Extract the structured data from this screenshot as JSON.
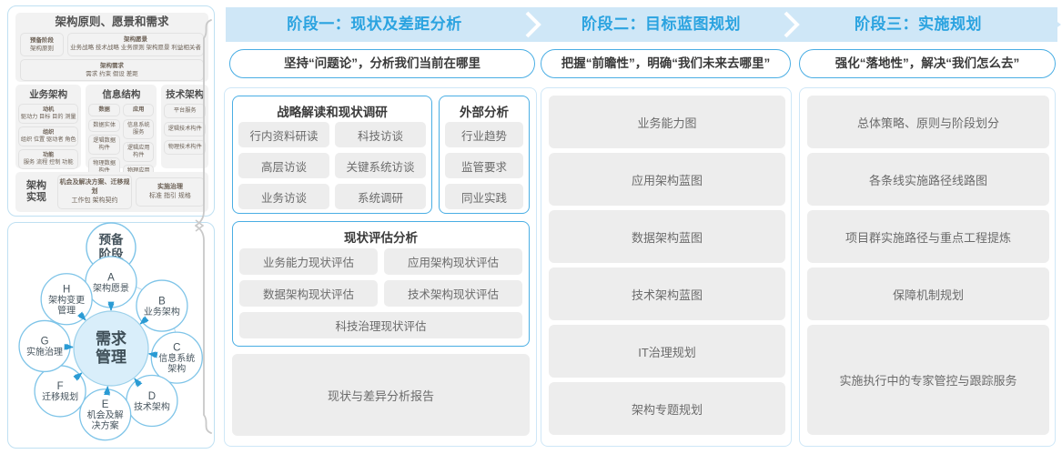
{
  "left_panel": {
    "section1": {
      "title": "架构原则、愿景和需求",
      "prep": {
        "title": "预备阶段",
        "sub": "架构原则"
      },
      "vision": {
        "title": "架构愿景",
        "sub": "业务战略 技术战略 业务原则 架构愿景 利益相关者"
      },
      "requirement": {
        "title": "架构需求",
        "sub": "需求  约束  假设  差距"
      }
    },
    "columns": [
      {
        "title": "业务架构",
        "cells": [
          {
            "title": "动机",
            "sub": "驱动力 目标 目的 测量"
          },
          {
            "title": "组织",
            "sub": "组织 位置 驱动者 角色"
          },
          {
            "title": "功能",
            "sub": "服务 流程 控制 功能"
          }
        ]
      },
      {
        "title": "信息结构",
        "left_cells": [
          {
            "title": "数据",
            "sub": ""
          },
          {
            "title": "",
            "sub": "数据实体"
          },
          {
            "title": "",
            "sub": "逻辑数据构件"
          },
          {
            "title": "",
            "sub": "物理数据构件"
          }
        ],
        "right_cells": [
          {
            "title": "应用",
            "sub": ""
          },
          {
            "title": "",
            "sub": "信息系统服务"
          },
          {
            "title": "",
            "sub": "逻辑应用构件"
          },
          {
            "title": "",
            "sub": "物理应用构件"
          }
        ]
      },
      {
        "title": "技术架构",
        "cells": [
          {
            "title": "",
            "sub": "平台服务"
          },
          {
            "title": "",
            "sub": "逻辑技术构件"
          },
          {
            "title": "",
            "sub": "物理技术构件"
          }
        ]
      }
    ],
    "bottom": {
      "label": "架构\n实现",
      "label_line1": "架构",
      "label_line2": "实现",
      "opportunity": {
        "title": "机会及解决方案、迁移规划",
        "sub": "工作包  架构契约"
      },
      "governance": {
        "title": "实施治理",
        "sub": "标准 指引 规格"
      }
    }
  },
  "circle_diagram": {
    "center": {
      "line1": "需求",
      "line2": "管理"
    },
    "top": {
      "line1": "预备",
      "line2": "阶段"
    },
    "nodes": [
      {
        "key": "A",
        "label": "架构愿景"
      },
      {
        "key": "B",
        "label": "业务架构"
      },
      {
        "key": "C",
        "label": "信息系统架构"
      },
      {
        "key": "D",
        "label": "技术架构"
      },
      {
        "key": "E",
        "label": "机会及解决方案"
      },
      {
        "key": "F",
        "label": "迁移规划"
      },
      {
        "key": "G",
        "label": "实施治理"
      },
      {
        "key": "H",
        "label": "架构变更管理"
      }
    ]
  },
  "phases": [
    {
      "id": "phase-1",
      "band_title": "阶段一：现状及差距分析",
      "subtitle": "坚持“问题论”，分析我们当前在哪里",
      "groups": [
        {
          "title": "战略解读和现状调研",
          "grid": [
            [
              "行内资料研读",
              "科技访谈"
            ],
            [
              "高层访谈",
              "关键系统访谈"
            ],
            [
              "业务访谈",
              "系统调研"
            ]
          ]
        },
        {
          "title": "外部分析",
          "grid": [
            [
              "行业趋势"
            ],
            [
              "监管要求"
            ],
            [
              "同业实践"
            ]
          ]
        },
        {
          "title": "现状评估分析",
          "grid": [
            [
              "业务能力现状评估",
              "应用架构现状评估"
            ],
            [
              "数据架构现状评估",
              "技术架构现状评估"
            ],
            [
              "科技治理现状评估"
            ]
          ]
        }
      ],
      "report": "现状与差异分析报告"
    },
    {
      "id": "phase-2",
      "band_title": "阶段二：目标蓝图规划",
      "subtitle": "把握“前瞻性”，明确“我们未来去哪里”",
      "items": [
        "业务能力图",
        "应用架构蓝图",
        "数据架构蓝图",
        "技术架构蓝图",
        "IT治理规划",
        "架构专题规划"
      ]
    },
    {
      "id": "phase-3",
      "band_title": "阶段三：实施规划",
      "subtitle": "强化“落地性”，解决“我们怎么去”",
      "items": [
        "总体策略、原则与阶段划分",
        "各条线实施路径线路图",
        "项目群实施路径与重点工程提炼",
        "保障机制规划",
        "实施执行中的专家管控与跟踪服务"
      ]
    }
  ],
  "colors": {
    "band": "#cfe7f7",
    "band_text": "#2ba3e0",
    "panel_border": "#cfe7f7",
    "inner_border": "#4aaee4",
    "chip_bg": "#ededed",
    "chip_text": "#6b6b6b",
    "circle_stroke": "#7ec4e8",
    "circle_center": "#d9eefa",
    "arrow": "#2a9bd4"
  }
}
